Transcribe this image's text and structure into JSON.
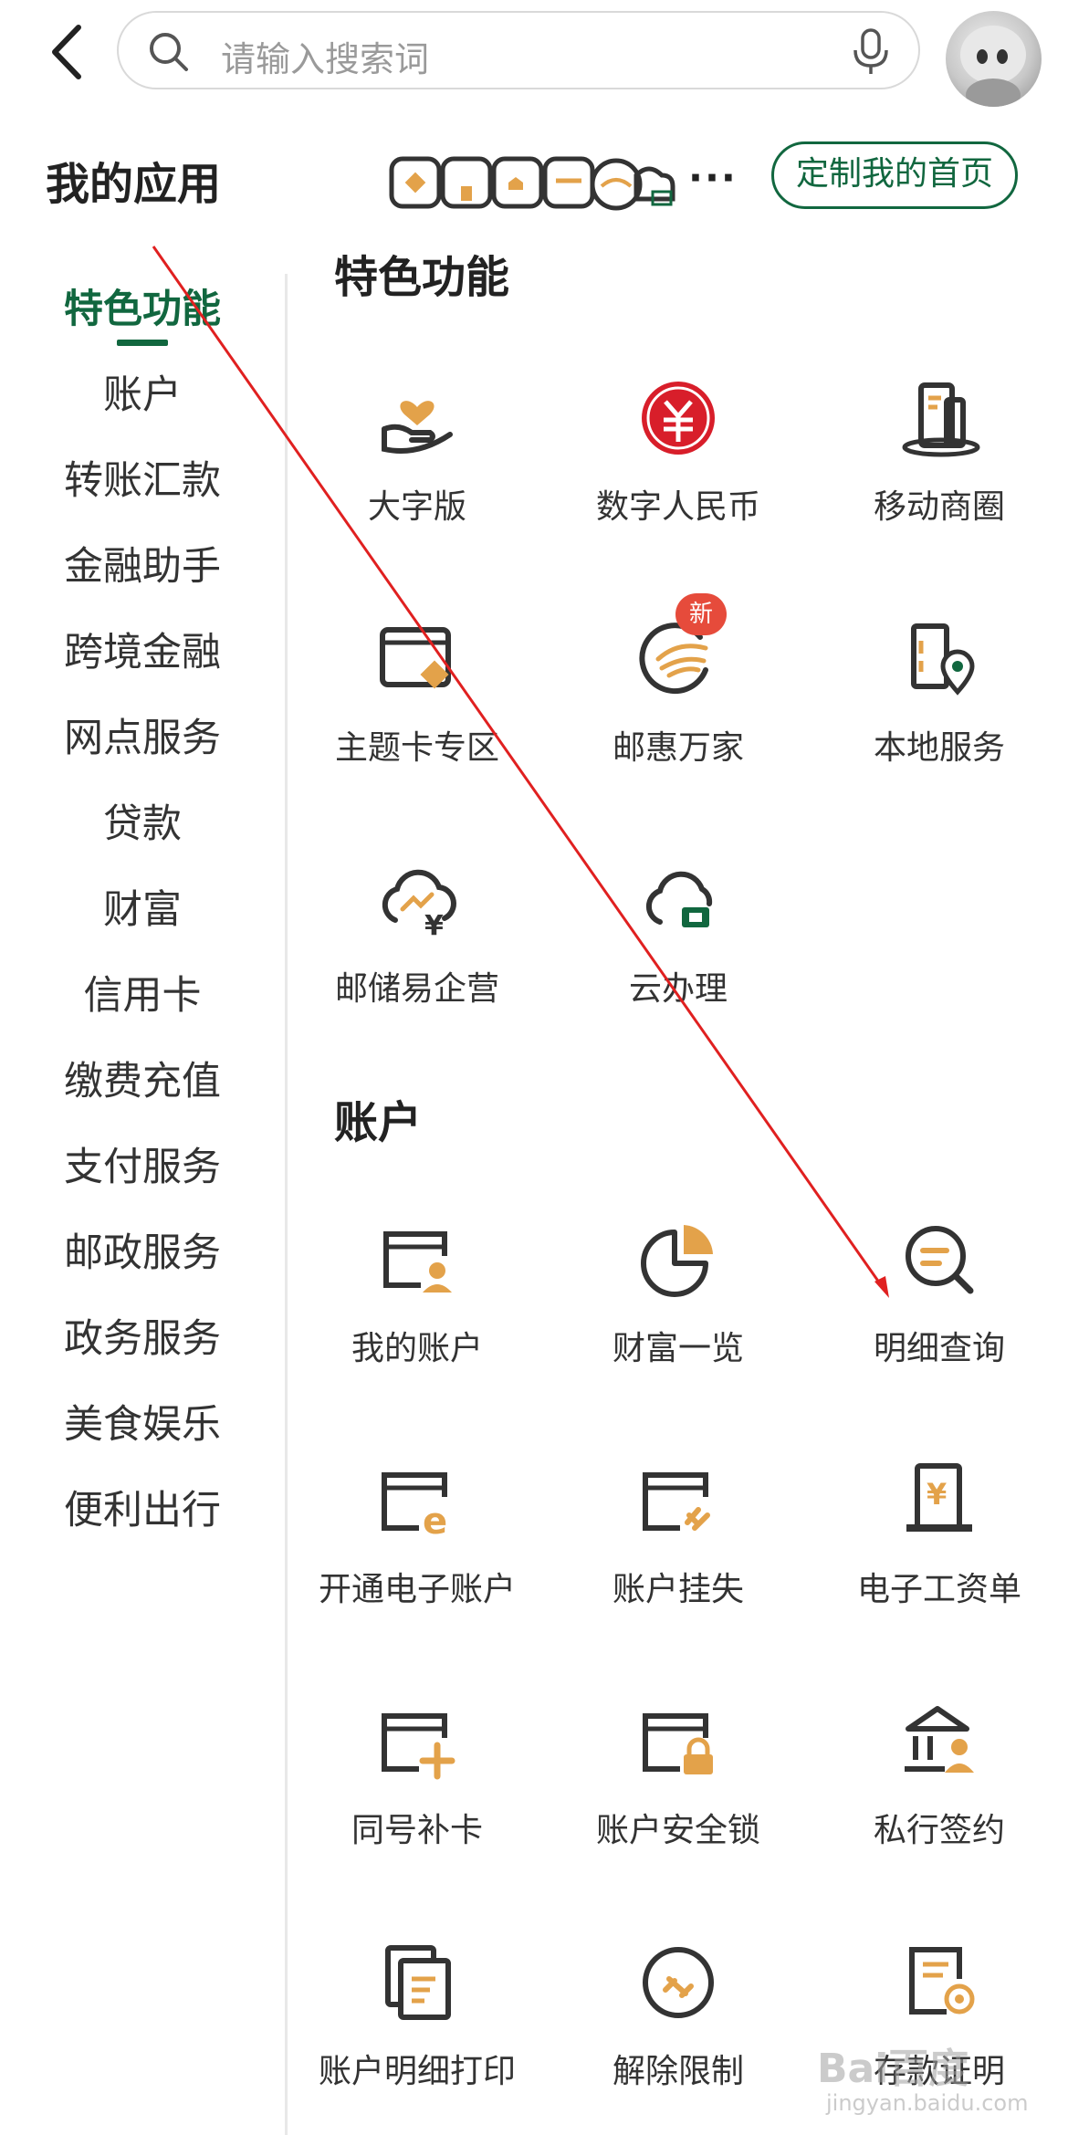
{
  "header": {
    "search_placeholder": "请输入搜索词"
  },
  "my_apps": {
    "title": "我的应用",
    "more": "···",
    "customize_label": "定制我的首页"
  },
  "sidebar": {
    "items": [
      {
        "label": "特色功能",
        "active": true
      },
      {
        "label": "账户"
      },
      {
        "label": "转账汇款"
      },
      {
        "label": "金融助手"
      },
      {
        "label": "跨境金融"
      },
      {
        "label": "网点服务"
      },
      {
        "label": "贷款"
      },
      {
        "label": "财富"
      },
      {
        "label": "信用卡"
      },
      {
        "label": "缴费充值"
      },
      {
        "label": "支付服务"
      },
      {
        "label": "邮政服务"
      },
      {
        "label": "政务服务"
      },
      {
        "label": "美食娱乐"
      },
      {
        "label": "便利出行"
      }
    ]
  },
  "sections": [
    {
      "title": "特色功能",
      "items": [
        {
          "label": "大字版",
          "icon": "hand-heart-icon"
        },
        {
          "label": "数字人民币",
          "icon": "digital-rmb-icon"
        },
        {
          "label": "移动商圈",
          "icon": "mobile-mall-icon"
        },
        {
          "label": "主题卡专区",
          "icon": "theme-card-icon"
        },
        {
          "label": "邮惠万家",
          "icon": "postal-benefit-icon",
          "badge": "新"
        },
        {
          "label": "本地服务",
          "icon": "local-service-icon"
        },
        {
          "label": "邮储易企营",
          "icon": "cloud-enterprise-icon"
        },
        {
          "label": "云办理",
          "icon": "cloud-handle-icon"
        }
      ]
    },
    {
      "title": "账户",
      "items": [
        {
          "label": "我的账户",
          "icon": "my-account-icon"
        },
        {
          "label": "财富一览",
          "icon": "wealth-overview-icon"
        },
        {
          "label": "明细查询",
          "icon": "detail-query-icon"
        },
        {
          "label": "开通电子账户",
          "icon": "e-account-icon"
        },
        {
          "label": "账户挂失",
          "icon": "account-loss-icon"
        },
        {
          "label": "电子工资单",
          "icon": "e-payslip-icon"
        },
        {
          "label": "同号补卡",
          "icon": "reissue-card-icon"
        },
        {
          "label": "账户安全锁",
          "icon": "account-lock-icon"
        },
        {
          "label": "私行签约",
          "icon": "private-bank-icon"
        },
        {
          "label": "账户明细打印",
          "icon": "detail-print-icon"
        },
        {
          "label": "解除限制",
          "icon": "unlock-limit-icon"
        },
        {
          "label": "存款证明",
          "icon": "deposit-cert-icon"
        }
      ]
    }
  ],
  "watermark": {
    "main": "Bai百度",
    "sub": "jingyan.baidu.com"
  },
  "colors": {
    "accent_green": "#11673f",
    "icon_dark": "#333333",
    "icon_orange": "#e3a24a",
    "badge_red": "#e64b3b",
    "annotation_red": "#e02020"
  }
}
